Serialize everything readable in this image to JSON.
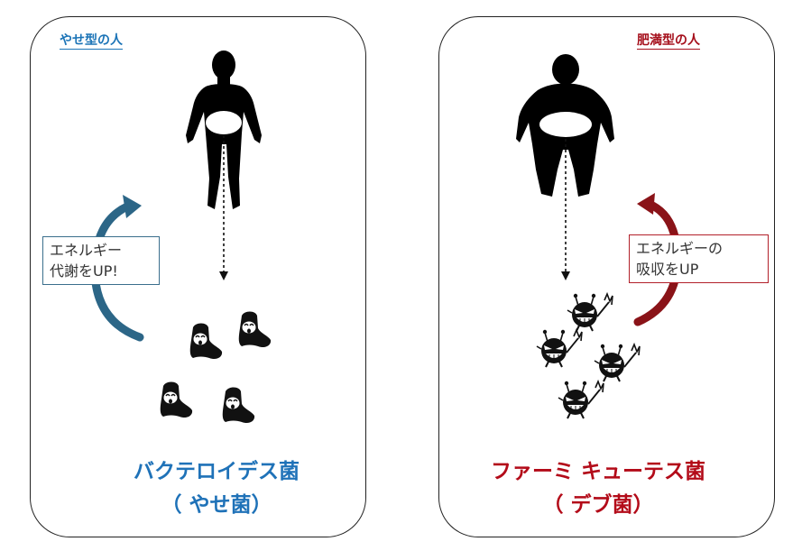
{
  "left": {
    "title": "やせ型の人",
    "note": {
      "line1": "エネルギー",
      "line2": "代謝をUP!"
    },
    "bacteria": {
      "line1": "バクテロイデス菌",
      "line2": "（ やせ菌）"
    },
    "color": "#1f72b8"
  },
  "right": {
    "title": "肥満型の人",
    "note": {
      "line1": "エネルギーの",
      "line2": "吸収をUP"
    },
    "bacteria": {
      "line1": "ファーミ キューテス菌",
      "line2": "（ デブ菌）"
    },
    "color": "#b30b19"
  },
  "icons": [
    "thin-person-icon",
    "fat-person-icon",
    "lean-bacteria-icon",
    "devil-bacteria-icon",
    "curved-arrow-icon"
  ]
}
